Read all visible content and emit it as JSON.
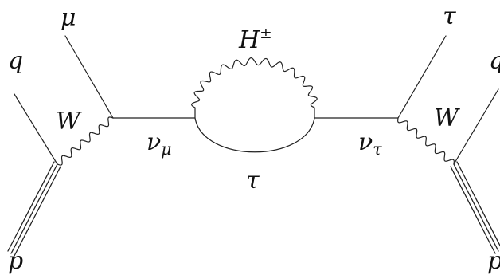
{
  "diagram": {
    "labels": {
      "q_left": "q",
      "p_left": "p",
      "mu": "μ",
      "W_left": "W",
      "nu_mu_base": "ν",
      "nu_mu_sub": "μ",
      "H_base": "H",
      "H_sup": "±",
      "tau_loop": "τ",
      "nu_tau_base": "ν",
      "nu_tau_sub": "τ",
      "tau_top": "τ",
      "W_right": "W",
      "q_right": "q",
      "p_right": "p"
    }
  }
}
